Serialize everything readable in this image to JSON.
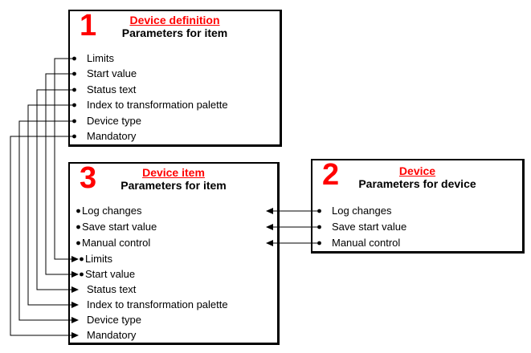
{
  "colors": {
    "background": "#ffffff",
    "line": "#000000",
    "text": "#000000",
    "accent_red": "#ff0000"
  },
  "icons": {
    "bullet": "•",
    "arrow_right": "▶",
    "arrow_left": "◀"
  },
  "box1": {
    "number": "1",
    "title": "Device definition",
    "subtitle": "Parameters for item",
    "items": [
      "Limits",
      "Start value",
      "Status text",
      "Index to transformation palette",
      "Device type",
      "Mandatory"
    ]
  },
  "box2": {
    "number": "2",
    "title": "Device",
    "subtitle": "Parameters for device",
    "items": [
      "Log changes",
      "Save start value",
      "Manual control"
    ]
  },
  "box3": {
    "number": "3",
    "title": "Device item",
    "subtitle": "Parameters for item",
    "items": [
      "Log changes",
      "Save start value",
      "Manual control",
      "Limits",
      "Start value",
      "Status text",
      "Index to transformation palette",
      "Device type",
      "Mandatory"
    ]
  },
  "connections": [
    {
      "from": "box1:Limits",
      "to": "box3:Limits"
    },
    {
      "from": "box1:Start value",
      "to": "box3:Start value"
    },
    {
      "from": "box1:Status text",
      "to": "box3:Status text"
    },
    {
      "from": "box1:Index to transformation palette",
      "to": "box3:Index to transformation palette"
    },
    {
      "from": "box1:Device type",
      "to": "box3:Device type"
    },
    {
      "from": "box1:Mandatory",
      "to": "box3:Mandatory"
    },
    {
      "from": "box2:Log changes",
      "to": "box3:Log changes"
    },
    {
      "from": "box2:Save start value",
      "to": "box3:Save start value"
    },
    {
      "from": "box2:Manual control",
      "to": "box3:Manual control"
    }
  ]
}
